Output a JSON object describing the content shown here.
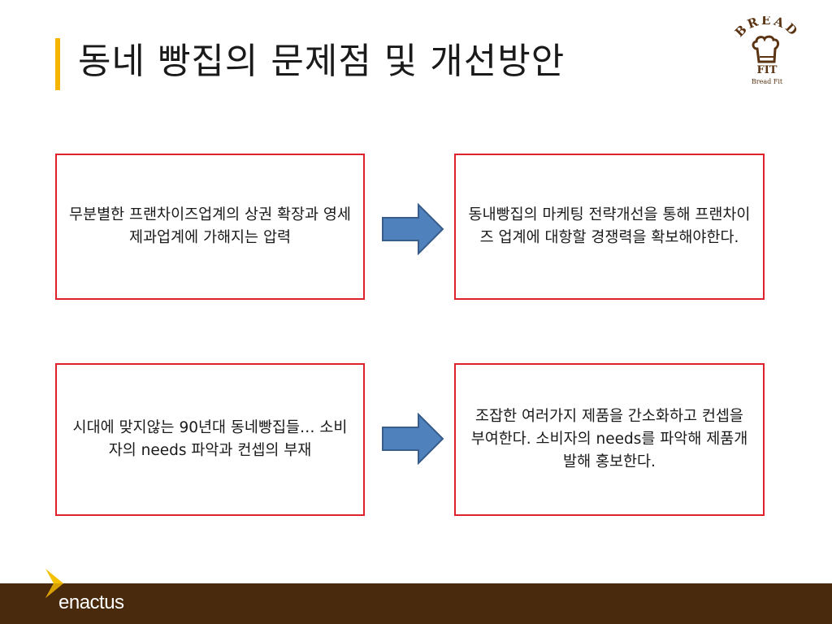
{
  "slide": {
    "title": "동네 빵집의 문제점 및 개선방안"
  },
  "logo": {
    "brand_arc": "BREAD",
    "fit_label": "FIT",
    "sub_label": "Bread Fit",
    "icon": "chef-hat-icon"
  },
  "boxes": [
    {
      "text": "무분별한 프랜차이즈업계의 상권 확장과 영세제과업계에 가해지는 압력"
    },
    {
      "text": "동내빵집의 마케팅 전략개선을 통해 프랜차이즈 업계에 대항할 경쟁력을 확보해야한다."
    },
    {
      "text": "시대에 맞지않는 90년대 동네빵집들… 소비자의 needs 파악과 컨셉의 부재"
    },
    {
      "text": "조잡한 여러가지 제품을 간소화하고 컨셉을 부여한다. 소비자의 needs를 파악해 제품개발해 홍보한다."
    }
  ],
  "footer": {
    "brand": "enactus",
    "icon": "enactus-chevron-icon"
  },
  "colors": {
    "accent": "#f5b400",
    "box_border": "#e0202a",
    "arrow_fill": "#4f81bd",
    "arrow_stroke": "#385d8a",
    "footer_bg": "#4a2a0c",
    "logo_brown": "#5a3412"
  }
}
